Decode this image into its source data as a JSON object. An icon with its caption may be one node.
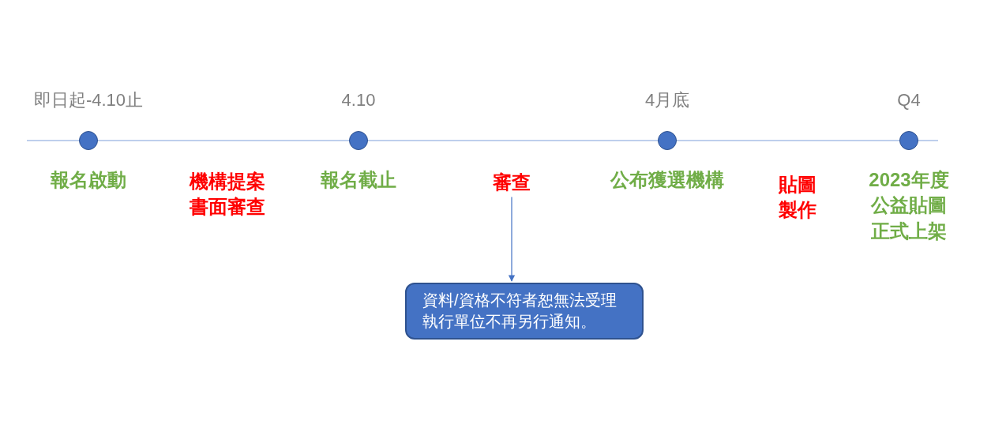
{
  "diagram": {
    "nodes": [
      {
        "text": [],
        "shape": "circle",
        "beside": [
          "即日起-4.10止",
          "報名啟動"
        ]
      },
      {
        "text": [],
        "shape": "circle",
        "beside": [
          "4.10",
          "報名截止"
        ]
      },
      {
        "text": [],
        "shape": "circle",
        "beside": [
          "4月底",
          "公布獲選機構"
        ]
      },
      {
        "text": [],
        "shape": "circle",
        "beside": [
          "Q4",
          "2023年度公益貼圖正式上架"
        ]
      },
      {
        "text": [
          "審查"
        ]
      },
      {
        "text": [
          "資料/資格不符者恕無法受理執行單位不再另行通知。"
        ]
      }
    ],
    "edges": [
      {
        "from": 4,
        "to": 5,
        "arrow": "to"
      }
    ],
    "labels": [
      "機構提案書面審查",
      "貼圖製作"
    ]
  }
}
